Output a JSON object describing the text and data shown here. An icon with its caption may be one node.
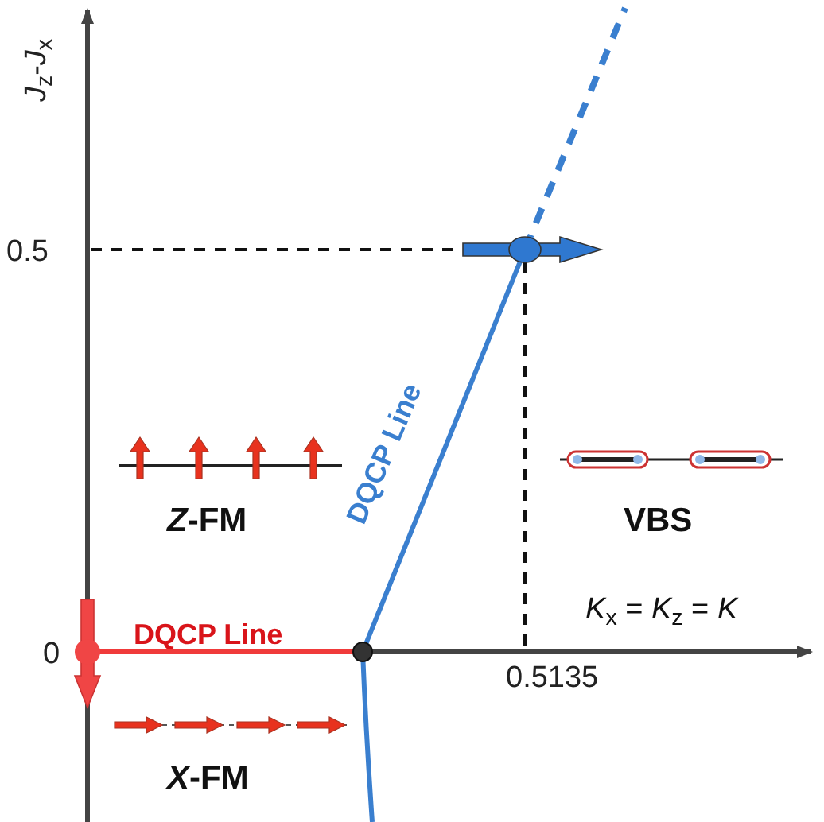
{
  "diagram": {
    "labels": [
      "*J*$_{z}$-*J*$_{x}$",
      "0.5",
      "0",
      "0.5135",
      "DQCP Line",
      "DQCP Line",
      "*Z*-FM",
      "VBS",
      "*X*-FM",
      "*K*$_{x}$ = *K*$_{z}$ = *K*"
    ]
  }
}
